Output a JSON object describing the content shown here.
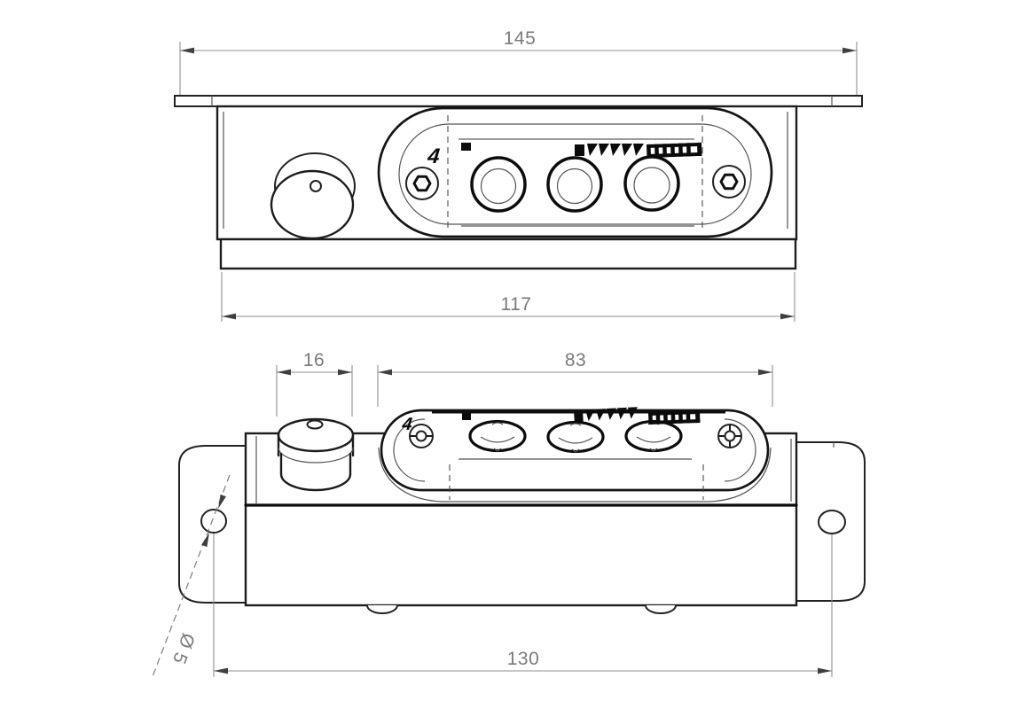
{
  "drawing": {
    "background": "#ffffff",
    "colors": {
      "outline": "#1b1b1b",
      "dimension_line": "#8f8f8f",
      "dimension_text": "#7a7a7a"
    },
    "brand": {
      "glyph": "4"
    },
    "dimensions": {
      "flange_width": {
        "label": "145"
      },
      "body_width": {
        "label": "117"
      },
      "knob_width": {
        "label": "16"
      },
      "plate_width": {
        "label": "83"
      },
      "hole_spacing": {
        "label": "130"
      },
      "hole_diameter": {
        "label": "Ø 5"
      }
    }
  }
}
